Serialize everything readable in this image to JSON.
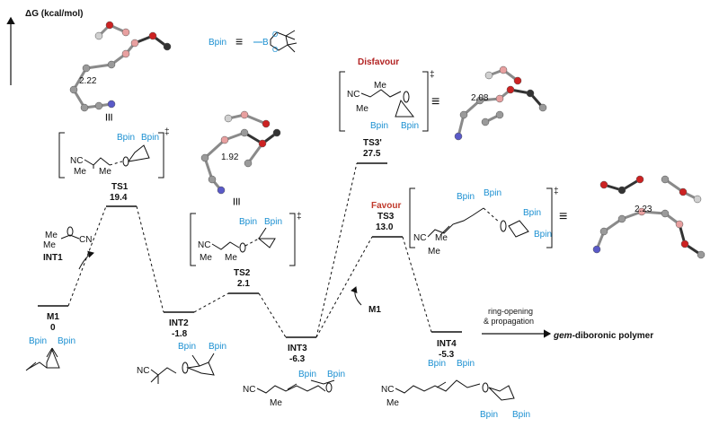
{
  "axis": {
    "label": "ΔG (kcal/mol)"
  },
  "legend": {
    "bpin_label": "Bpin",
    "equiv_symbol": "≡"
  },
  "states": [
    {
      "id": "M1",
      "label": "M1",
      "energy": "0"
    },
    {
      "id": "INT1",
      "label": "INT1"
    },
    {
      "id": "TS1",
      "label": "TS1",
      "energy": "19.4"
    },
    {
      "id": "INT2",
      "label": "INT2",
      "energy": "-1.8"
    },
    {
      "id": "TS2",
      "label": "TS2",
      "energy": "2.1"
    },
    {
      "id": "INT3",
      "label": "INT3",
      "energy": "-6.3"
    },
    {
      "id": "TS3p",
      "label": "TS3'",
      "energy": "27.5"
    },
    {
      "id": "TS3",
      "label": "TS3",
      "energy": "13.0"
    },
    {
      "id": "INT4",
      "label": "INT4",
      "energy": "-5.3"
    }
  ],
  "annotations": {
    "disfavour": "Disfavour",
    "favour": "Favour",
    "dist_ts1": "2.22",
    "dist_ts2": "1.92",
    "dist_ts3p": "2.08",
    "dist_ts3": "2.23",
    "m1_arrow_label": "M1",
    "ring_opening_line1": "ring-opening",
    "ring_opening_line2": "& propagation",
    "product_prefix": "gem",
    "product_suffix": "-diboronic polymer",
    "double_dagger": "‡"
  },
  "fragments": {
    "bpin": "Bpin",
    "nc": "NC",
    "cn": "CN",
    "me": "Me"
  },
  "colors": {
    "bpin_blue": "#1a8fd1",
    "disfavour_red": "#b22222",
    "favour_red": "#c0392b",
    "nitrogen": "#5a5ac8",
    "oxygen": "#cc2222"
  }
}
